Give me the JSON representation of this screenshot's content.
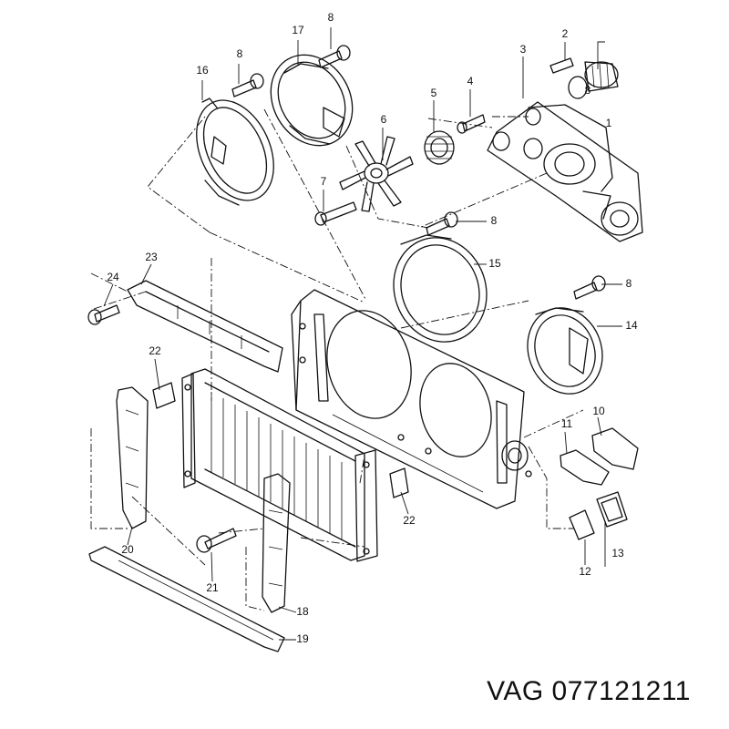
{
  "part_number": "VAG 077121211",
  "callouts": [
    "1",
    "2",
    "3",
    "4",
    "5",
    "6",
    "7",
    "8",
    "8",
    "8",
    "8",
    "8",
    "10",
    "11",
    "12",
    "13",
    "14",
    "15",
    "16",
    "17",
    "18",
    "19",
    "20",
    "21",
    "22",
    "22",
    "23",
    "24"
  ]
}
